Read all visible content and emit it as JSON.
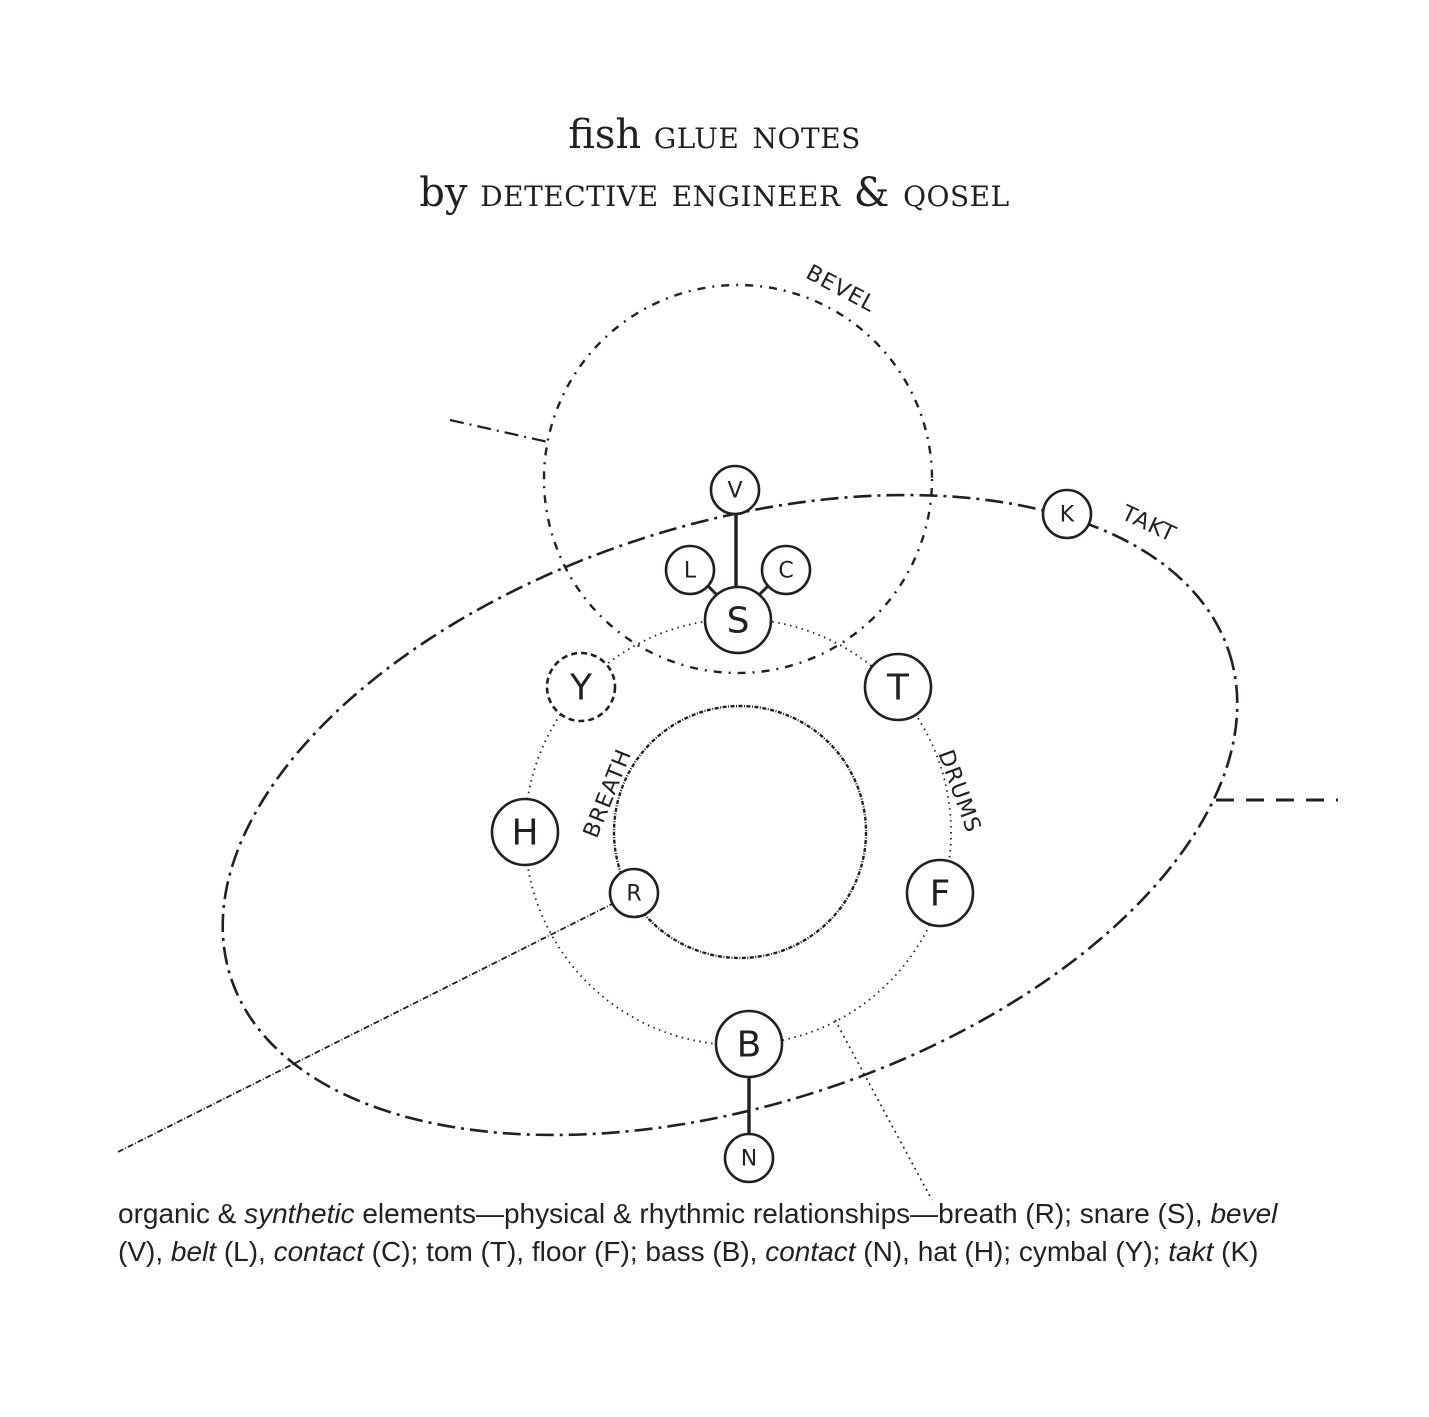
{
  "title": {
    "line1_word": "fish",
    "line1_rest": "glue notes",
    "line2_by": "by",
    "line2_rest": "detective engineer & qosel"
  },
  "nodes": {
    "S": "S",
    "V": "V",
    "L": "L",
    "C": "C",
    "Y": "Y",
    "T": "T",
    "H": "H",
    "F": "F",
    "R": "R",
    "B": "B",
    "N": "N",
    "K": "K"
  },
  "labels": {
    "bevel": "BEVEL",
    "takt": "TAKT",
    "breath": "BREATH",
    "drums": "DRUMS"
  },
  "caption": {
    "p1": "organic & ",
    "p2": "synthetic",
    "p3": " elements—physical & rhythmic relationships—breath (R); snare (S), ",
    "p4": "bevel",
    "p5": " (V), ",
    "p6": "belt",
    "p7": " (L), ",
    "p8": "contact",
    "p9": " (C); tom (T), floor (F); bass (B), ",
    "p10": "contact",
    "p11": " (N), hat (H); cymbal (Y); ",
    "p12": "takt",
    "p13": " (K)"
  }
}
